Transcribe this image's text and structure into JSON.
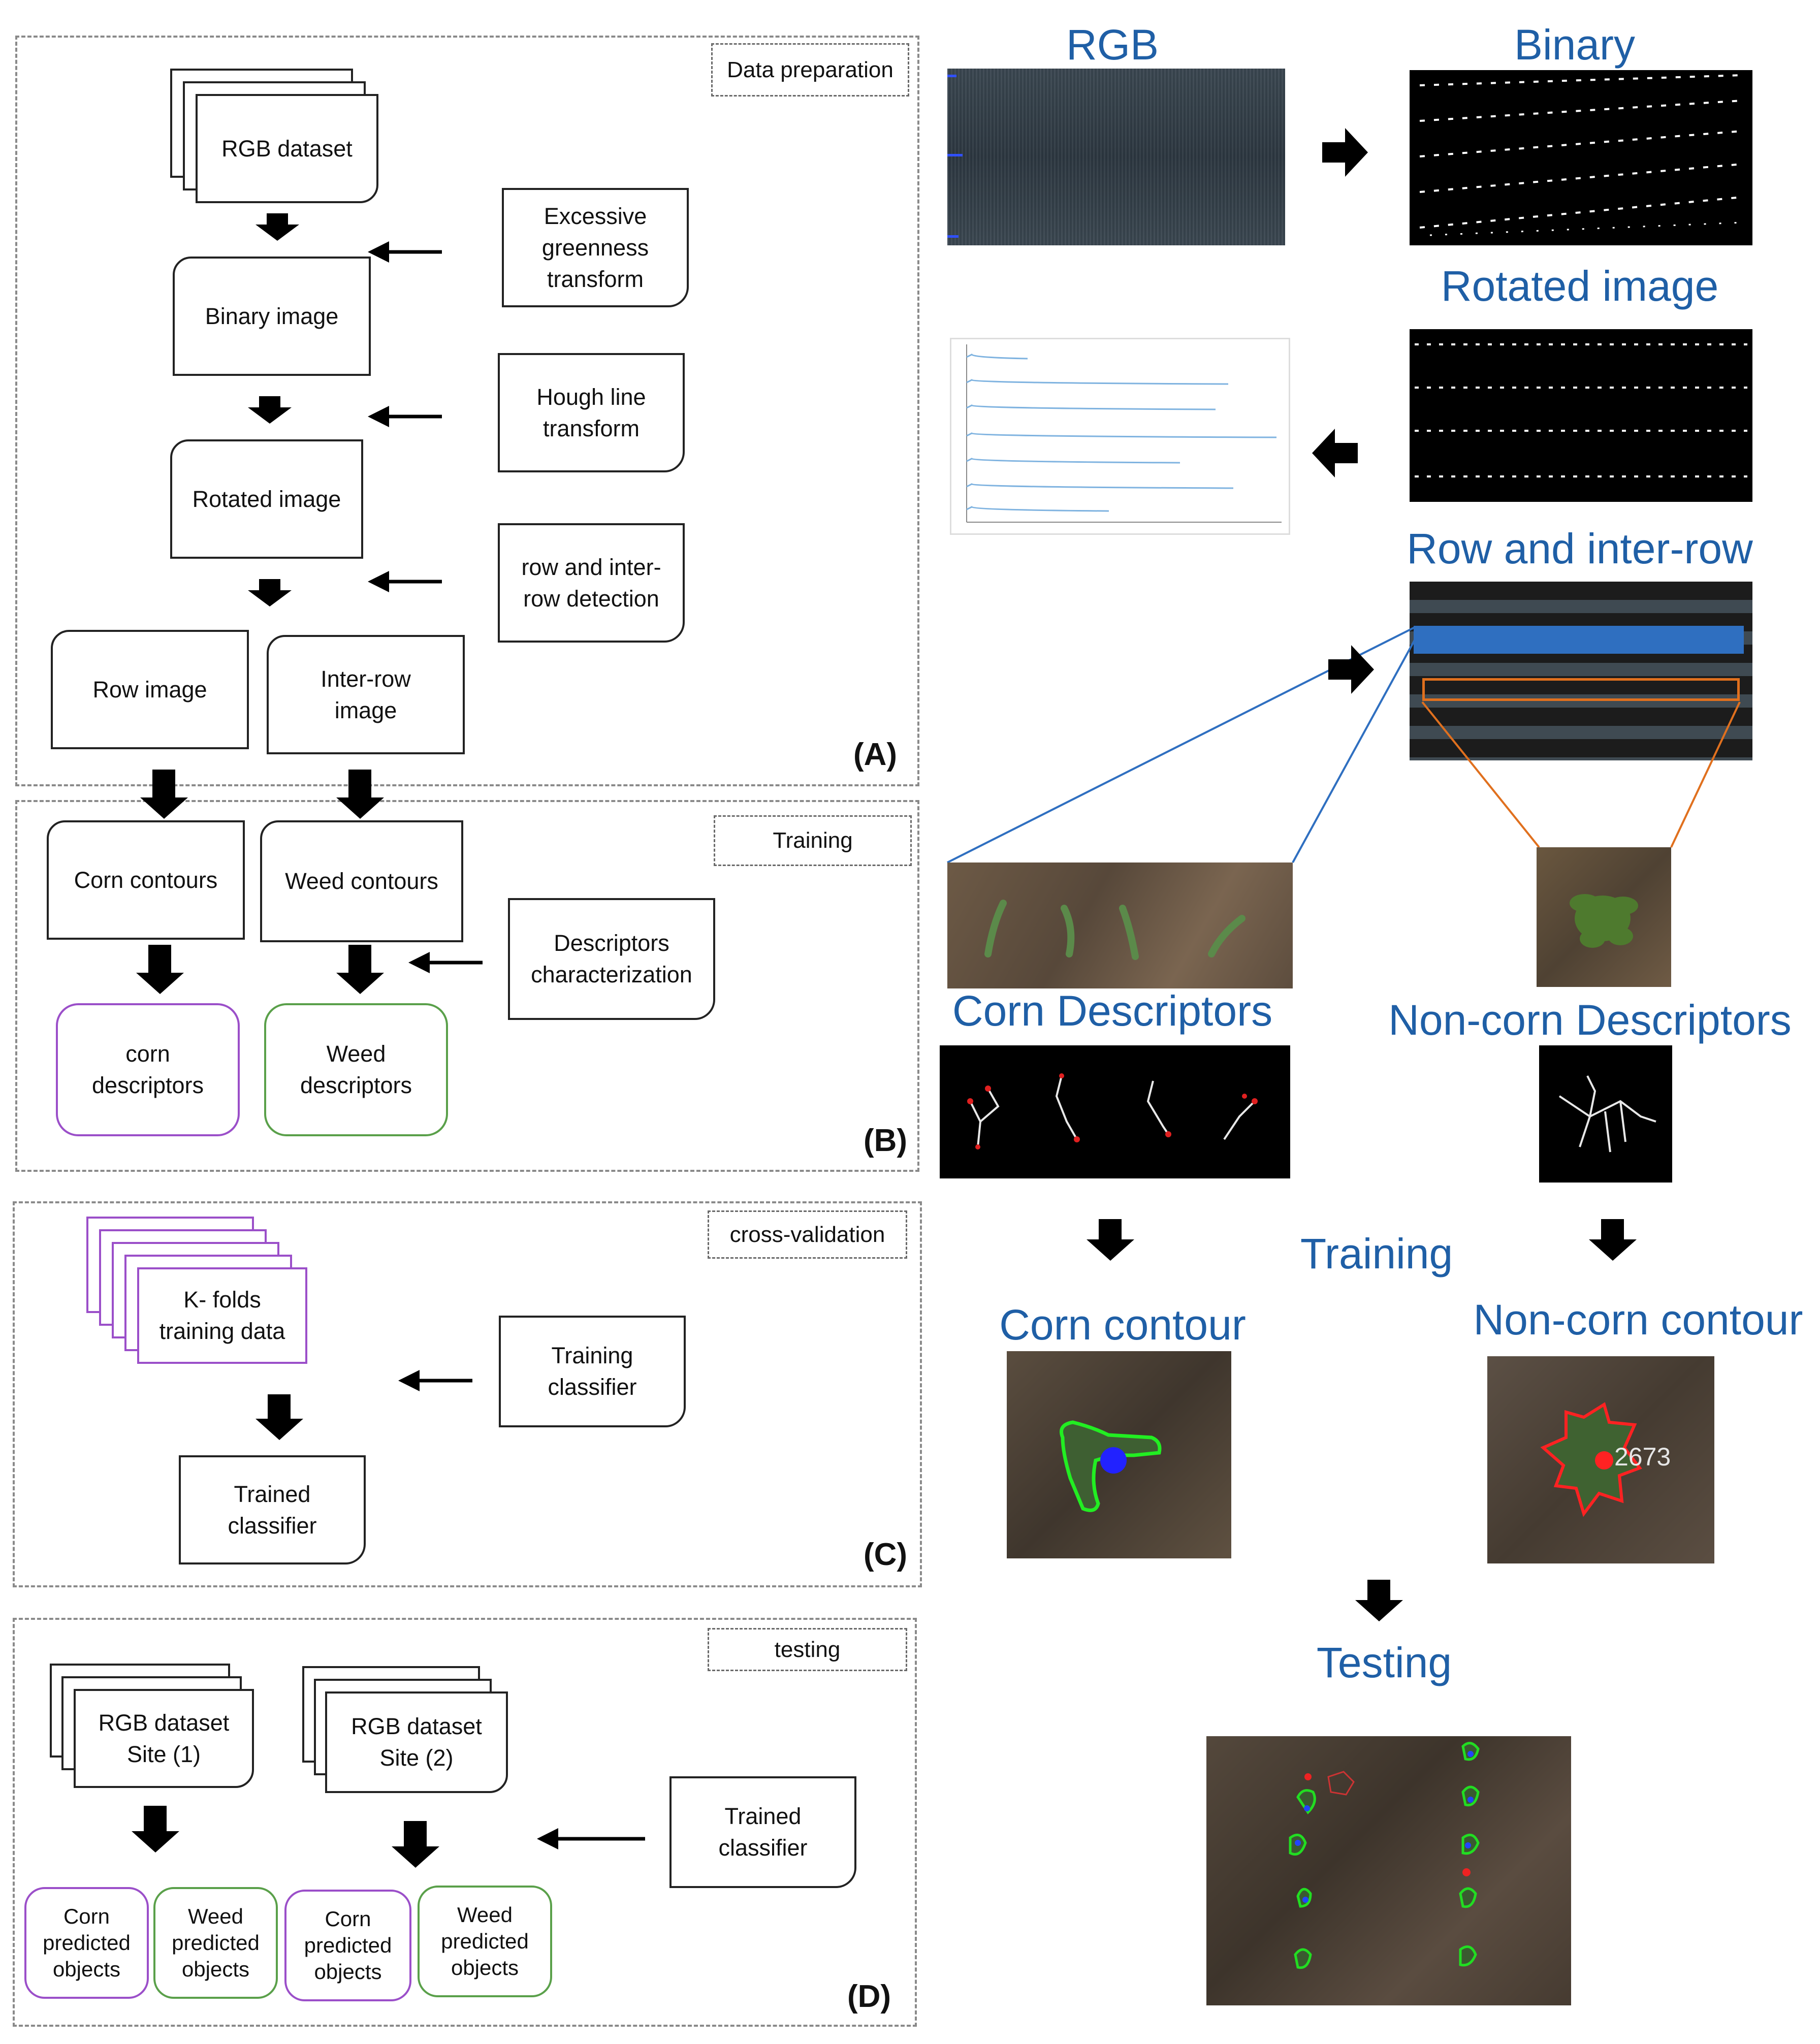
{
  "left": {
    "panel_a": {
      "tag": "Data preparation",
      "label": "(A)",
      "rgb_dataset": "RGB dataset",
      "binary_image": "Binary image",
      "rotated_image": "Rotated image",
      "excessive_greenness": "Excessive\ngreenness\ntransform",
      "hough": "Hough line\ntransform",
      "row_detection": "row and inter-\nrow detection",
      "row_image": "Row image",
      "interrow_image": "Inter-row\nimage"
    },
    "panel_b": {
      "tag": "Training",
      "label": "(B)",
      "corn_contours": "Corn contours",
      "weed_contours": "Weed contours",
      "descriptors_char": "Descriptors\ncharacterization",
      "corn_descriptors": "corn\ndescriptors",
      "weed_descriptors": "Weed\ndescriptors"
    },
    "panel_c": {
      "tag": "cross-validation",
      "label": "(C)",
      "kfolds": "K- folds\ntraining data",
      "training_classifier": "Training\nclassifier",
      "trained_classifier": "Trained\nclassifier"
    },
    "panel_d": {
      "tag": "testing",
      "label": "(D)",
      "site1": "RGB dataset\nSite (1)",
      "site2": "RGB dataset\nSite  (2)",
      "trained_classifier": "Trained\nclassifier",
      "corn_pred_1": "Corn\npredicted\nobjects",
      "weed_pred_1": "Weed\npredicted\nobjects",
      "corn_pred_2": "Corn\npredicted\nobjects",
      "weed_pred_2": "Weed\npredicted\nobjects"
    }
  },
  "right": {
    "rgb": "RGB",
    "binary": "Binary",
    "rotated": "Rotated image",
    "row_interrow": "Row and inter-row",
    "corn_descriptors": "Corn Descriptors",
    "noncorn_descriptors": "Non-corn Descriptors",
    "training": "Training",
    "corn_contour": "Corn contour",
    "noncorn_contour": "Non-corn contour",
    "contour_number": "2673",
    "testing": "Testing"
  },
  "colors": {
    "title_blue": "#1f5fa6",
    "corn_purple": "#9b4fc9",
    "weed_green": "#5aa04a",
    "row_blue": "#2f6fc0",
    "interrow_orange": "#e0701e"
  }
}
